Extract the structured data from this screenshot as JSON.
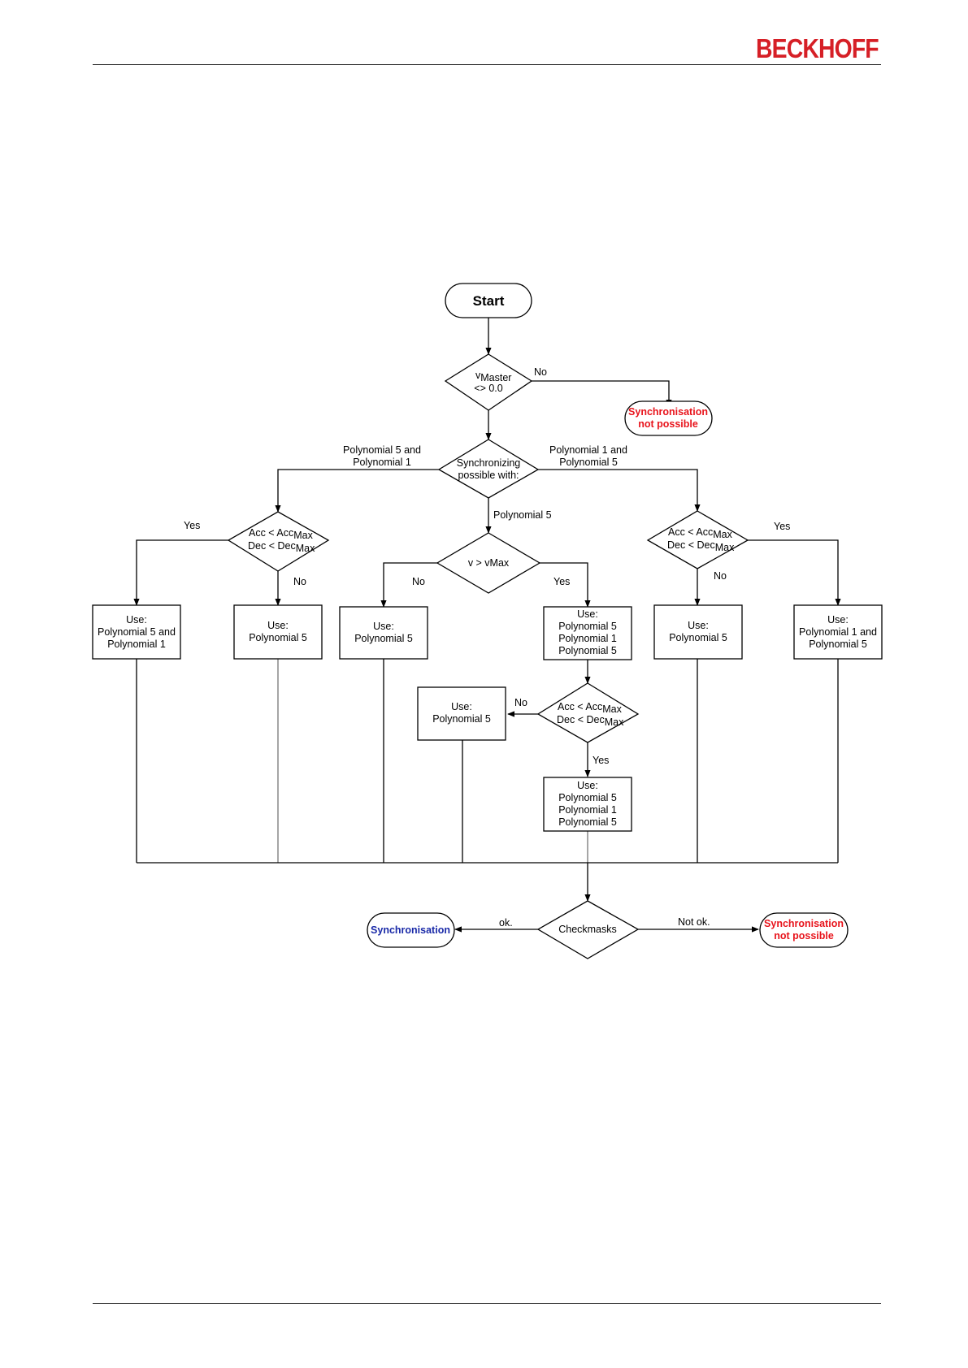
{
  "header": {
    "brand": "BECKHOFF"
  },
  "colors": {
    "brand": "#d61f26",
    "fail": "#e8141c",
    "success": "#1a2aa8"
  },
  "flowchart": {
    "start": "Start",
    "decision_vmaster": {
      "v": "v",
      "sub": "Master",
      "line2": "<> 0.0"
    },
    "label_no_vmaster": "No",
    "sync_not_possible_1": {
      "line1": "Synchronisation",
      "line2": "not possible"
    },
    "decision_sync": {
      "line1": "Synchronizing",
      "line2": "possible with:"
    },
    "branch_left": {
      "line1": "Polynomial 5 and",
      "line2": "Polynomial 1"
    },
    "branch_right": {
      "line1": "Polynomial 1 and",
      "line2": "Polynomial 5"
    },
    "branch_middle": "Polynomial 5",
    "acc_text": {
      "acc": "Acc < Acc",
      "acc_sub": "Max",
      "dec": "Dec < Dec",
      "dec_sub": "Max"
    },
    "decision_vmax": "v > vMax",
    "yes": "Yes",
    "no": "No",
    "use": "Use:",
    "box_left_outer": {
      "line1": "Polynomial 5 and",
      "line2": "Polynomial 1"
    },
    "box_left_inner": "Polynomial 5",
    "box_mid_left": "Polynomial 5",
    "box_mid_right": {
      "line1": "Polynomial 5",
      "line2": "Polynomial 1",
      "line3": "Polynomial 5"
    },
    "box_right_inner": "Polynomial 5",
    "box_right_outer": {
      "line1": "Polynomial 1 and",
      "line2": "Polynomial 5"
    },
    "box_low_left": "Polynomial 5",
    "box_bottom": {
      "line1": "Polynomial 5",
      "line2": "Polynomial 1",
      "line3": "Polynomial 5"
    },
    "checkmasks": "Checkmasks",
    "ok_label": "ok.",
    "not_ok_label": "Not ok.",
    "sync_success": "Synchronisation",
    "sync_not_possible_2": {
      "line1": "Synchronisation",
      "line2": "not possible"
    }
  }
}
